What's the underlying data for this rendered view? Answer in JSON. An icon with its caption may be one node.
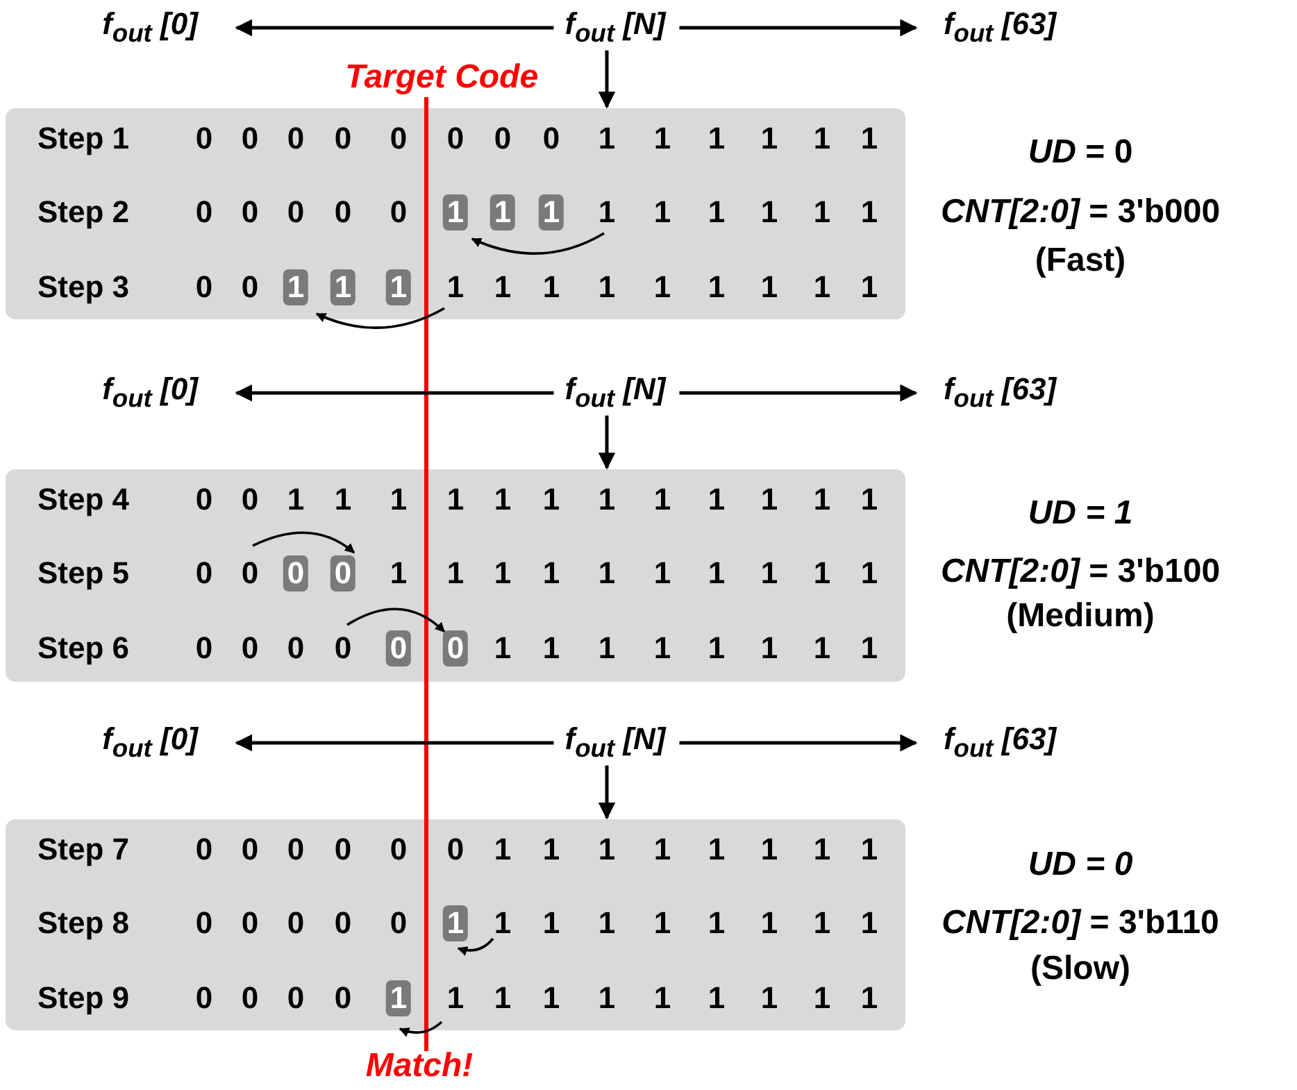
{
  "diagram": {
    "nodes": [
      {
        "text": [
          "f$_{out}$ [0]"
        ]
      },
      {
        "text": [
          "f$_{out}$ [N]"
        ]
      },
      {
        "text": [
          "f$_{out}$ [63]"
        ]
      },
      {
        "text": [],
        "shape": "box"
      },
      {
        "text": [
          "f$_{out}$ [0]"
        ]
      },
      {
        "text": [
          "f$_{out}$ [N]"
        ]
      },
      {
        "text": [
          "f$_{out}$ [63]"
        ]
      },
      {
        "text": [],
        "shape": "box"
      },
      {
        "text": [
          "f$_{out}$ [0]"
        ]
      },
      {
        "text": [
          "f$_{out}$ [N]"
        ]
      },
      {
        "text": [
          "f$_{out}$ [63]"
        ]
      },
      {
        "text": [],
        "shape": "box"
      }
    ],
    "edges": [
      {
        "from": 1,
        "to": 0,
        "arrow": "to"
      },
      {
        "from": 1,
        "to": 2,
        "arrow": "to"
      },
      {
        "from": 1,
        "to": 3,
        "arrow": "to"
      },
      {
        "from": 5,
        "to": 4,
        "arrow": "to"
      },
      {
        "from": 5,
        "to": 6,
        "arrow": "to"
      },
      {
        "from": 5,
        "to": 7,
        "arrow": "to"
      },
      {
        "from": 9,
        "to": 8,
        "arrow": "to"
      },
      {
        "from": 9,
        "to": 10,
        "arrow": "to"
      },
      {
        "from": 9,
        "to": 11,
        "arrow": "to"
      }
    ],
    "labels": [
      "Target Code",
      "Step 1",
      "0",
      "0",
      "0",
      "0",
      "0",
      "0",
      "0",
      "0",
      "1",
      "1",
      "1",
      "1",
      "1",
      "1",
      "*UD* = 0",
      "Step 2",
      "0",
      "0",
      "0",
      "0",
      "0",
      "1",
      "1",
      "1",
      "1",
      "1",
      "1",
      "1",
      "1",
      "1",
      "*CNT[2:0]* = 3'b000",
      "Step 3",
      "0",
      "0",
      "1",
      "1",
      "1",
      "1",
      "1",
      "1",
      "1",
      "1",
      "1",
      "1",
      "1",
      "1",
      "(Fast)",
      "Step 4",
      "0",
      "0",
      "1",
      "1",
      "1",
      "1",
      "1",
      "1",
      "1",
      "1",
      "1",
      "1",
      "1",
      "1",
      "UD = 1",
      "Step 5",
      "0",
      "0",
      "0",
      "0",
      "1",
      "1",
      "1",
      "1",
      "1",
      "1",
      "1",
      "1",
      "1",
      "1",
      "*CNT[2:0]* = 3'b100",
      "Step 6",
      "0",
      "0",
      "0",
      "0",
      "0",
      "0",
      "1",
      "1",
      "1",
      "1",
      "1",
      "1",
      "1",
      "1",
      "(Medium)",
      "Step 7",
      "0",
      "0",
      "0",
      "0",
      "0",
      "0",
      "1",
      "1",
      "1",
      "1",
      "1",
      "1",
      "1",
      "1",
      "UD = 0",
      "Step 8",
      "0",
      "0",
      "0",
      "0",
      "0",
      "1",
      "1",
      "1",
      "1",
      "1",
      "1",
      "1",
      "1",
      "1",
      "*CNT[2:0]* = 3'b110",
      "Step 9",
      "0",
      "0",
      "0",
      "0",
      "1",
      "1",
      "1",
      "1",
      "1",
      "1",
      "1",
      "1",
      "1",
      "1",
      "(Slow)",
      "Match!"
    ]
  }
}
